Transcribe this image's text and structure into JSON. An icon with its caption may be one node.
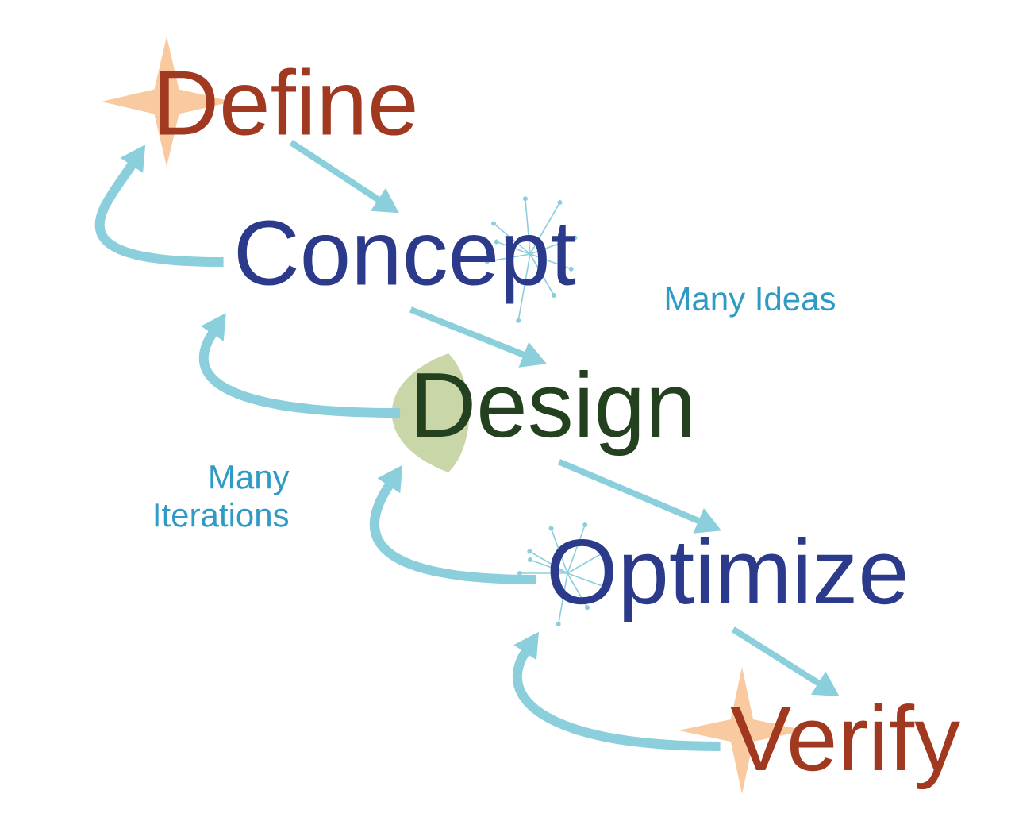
{
  "diagram": {
    "nodes": [
      {
        "text": [
          "Define"
        ]
      },
      {
        "text": [
          "Concept"
        ]
      },
      {
        "text": [
          "Design"
        ]
      },
      {
        "text": [
          "Optimize"
        ]
      },
      {
        "text": [
          "Verify"
        ]
      }
    ],
    "edges": [
      {
        "from": 0,
        "to": 1,
        "arrow": "to"
      },
      {
        "from": 1,
        "to": 2,
        "arrow": "to"
      },
      {
        "from": 2,
        "to": 3,
        "arrow": "to"
      },
      {
        "from": 3,
        "to": 4,
        "arrow": "to"
      },
      {
        "from": 1,
        "to": 0,
        "arrow": "to"
      },
      {
        "from": 2,
        "to": 1,
        "arrow": "to"
      },
      {
        "from": 3,
        "to": 2,
        "arrow": "to"
      },
      {
        "from": 4,
        "to": 3,
        "arrow": "to"
      }
    ],
    "labels": [
      "Many Ideas",
      "Many Iterations"
    ]
  }
}
